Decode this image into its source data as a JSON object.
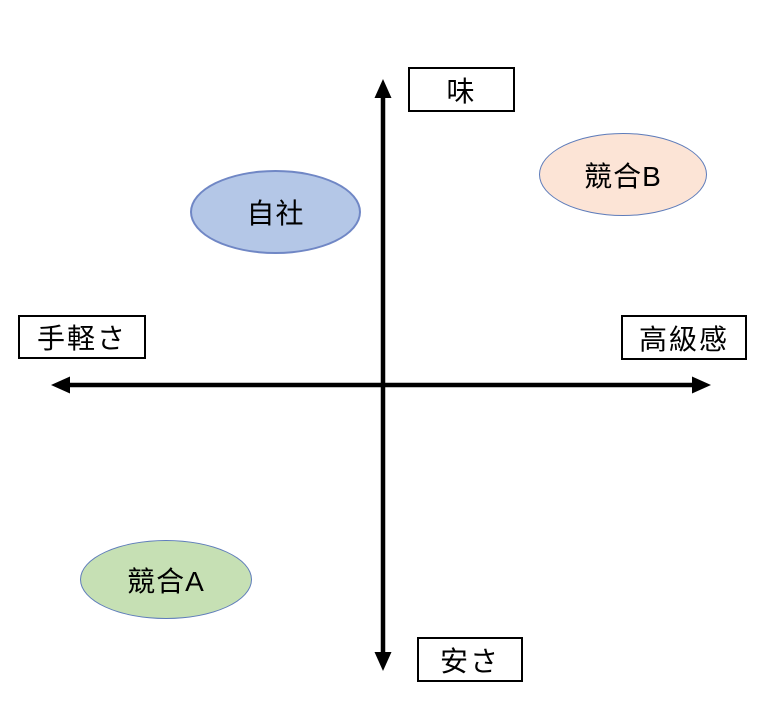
{
  "diagram": {
    "type": "positioning-map",
    "axis_labels": {
      "top": "味",
      "bottom": "安さ",
      "left": "手軽さ",
      "right": "高級感"
    },
    "entities": [
      {
        "id": "jisha",
        "label": "自社",
        "quadrant": "top-left",
        "fill": "#b4c7e7",
        "border": "#7087c5"
      },
      {
        "id": "kyogo-b",
        "label": "競合B",
        "quadrant": "top-right",
        "fill": "#fce4d6",
        "border": "#5e7cba"
      },
      {
        "id": "kyogo-a",
        "label": "競合A",
        "quadrant": "bottom-left",
        "fill": "#c6e0b4",
        "border": "#5e7cba"
      }
    ],
    "colors": {
      "background": "#ffffff",
      "axis": "#000000",
      "label_box_fill": "#ffffff",
      "label_box_border": "#000000",
      "text": "#000000"
    }
  }
}
